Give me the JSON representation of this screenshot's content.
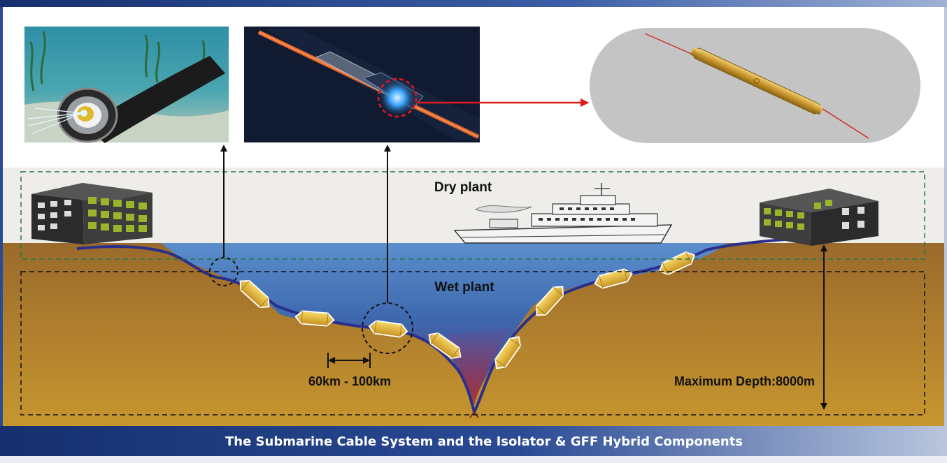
{
  "labels": {
    "dry_plant": "Dry plant",
    "wet_plant": "Wet plant",
    "span": "60km - 100km",
    "max_depth": "Maximum Depth:8000m"
  },
  "caption": "The Submarine Cable System and the Isolator & GFF Hybrid Components",
  "colors": {
    "banner": "#1b3b83",
    "seabed": "#a8782c",
    "water": "#3f73b4",
    "cable": "#2b2f8c",
    "repeater": "#e6b83a",
    "pointer_arrow": "#e01b1b"
  },
  "icons": {
    "cable_cross_section": "cable-cross-section-image",
    "repeater_housing": "repeater-housing-image",
    "isolator_component": "isolator-gff-component-image",
    "building": "cable-landing-station-icon",
    "ship": "cable-ship-icon"
  }
}
